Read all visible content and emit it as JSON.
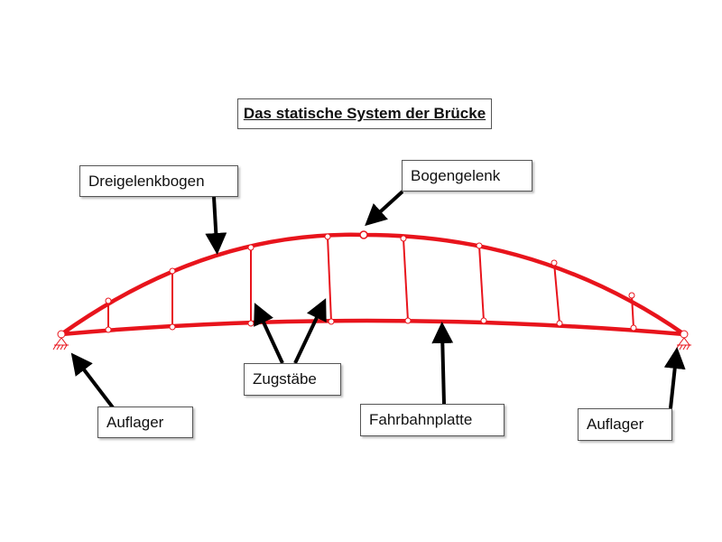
{
  "title": "Das statische System der Brücke",
  "labels": {
    "dreigelenkbogen": "Dreigelenkbogen",
    "bogengelenk": "Bogengelenk",
    "zugstaebe": "Zugstäbe",
    "fahrbahnplatte": "Fahrbahnplatte",
    "auflager_left": "Auflager",
    "auflager_right": "Auflager"
  },
  "colors": {
    "structure": "#e8141c",
    "arrow": "#000000"
  }
}
